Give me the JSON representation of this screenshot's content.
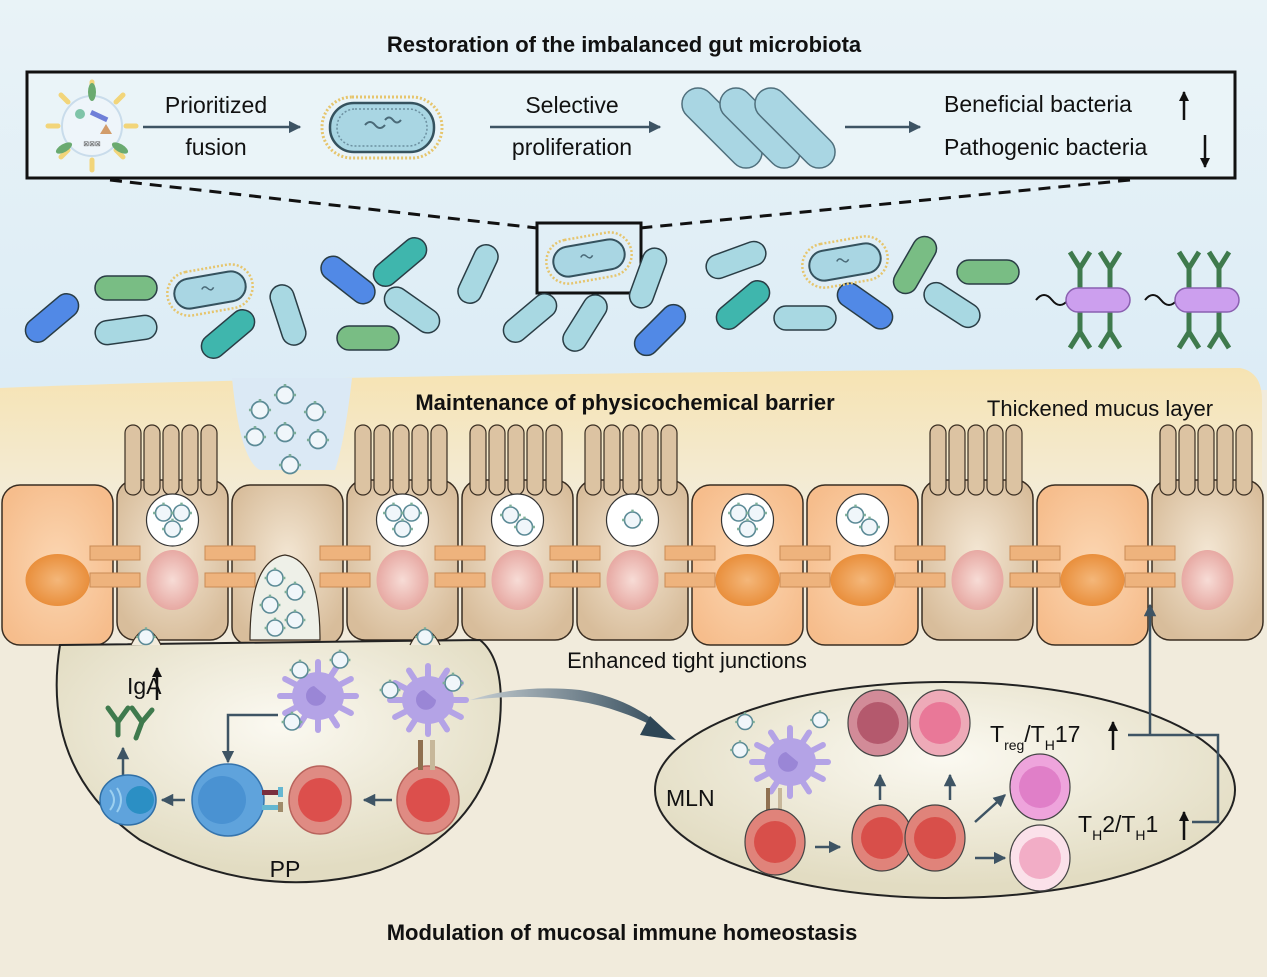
{
  "titles": {
    "microbiota": "Restoration of the imbalanced gut microbiota",
    "barrier": "Maintenance of physicochemical barrier",
    "immune": "Modulation of mucosal immune homeostasis"
  },
  "process_box": {
    "step1": {
      "line1": "Prioritized",
      "line2": "fusion"
    },
    "step2": {
      "line1": "Selective",
      "line2": "proliferation"
    },
    "outcomes": [
      {
        "label": "Beneficial bacteria",
        "direction": "up"
      },
      {
        "label": "Pathogenic bacteria",
        "direction": "down"
      }
    ]
  },
  "labels": {
    "mucus": "Thickened mucus layer",
    "tight_junctions": "Enhanced tight junctions",
    "iga": "IgA",
    "pp": "PP",
    "mln": "MLN",
    "treg_th17": {
      "t1": "T",
      "s1": "reg",
      "mid": "/T",
      "s2": "H",
      "tail": "17"
    },
    "th2_th1": {
      "t1": "T",
      "s1": "H",
      "mid": "2/T",
      "s2": "H",
      "tail": "1"
    }
  },
  "colors": {
    "sky": "#e4f1f8",
    "mucus": "#f5e7c0",
    "tissue": "#f1ebdc",
    "cell_tan": "#dcc3a2",
    "cell_orange": "#f8c497",
    "nucleus_orange": "#ec9a4a",
    "nucleus_pink": "#eab3ae",
    "junction": "#eeb37d",
    "bact_blue": "#5189e6",
    "bact_green": "#79bd84",
    "bact_teal": "#3fb6ad",
    "bact_light": "#a8d8e2",
    "dendritic": "#b4a3e6",
    "tcell_red": "#dc6a64",
    "bcell_blue": "#5fa3dc",
    "antibody": "#3f7a4d",
    "arrow": "#3e5464"
  }
}
